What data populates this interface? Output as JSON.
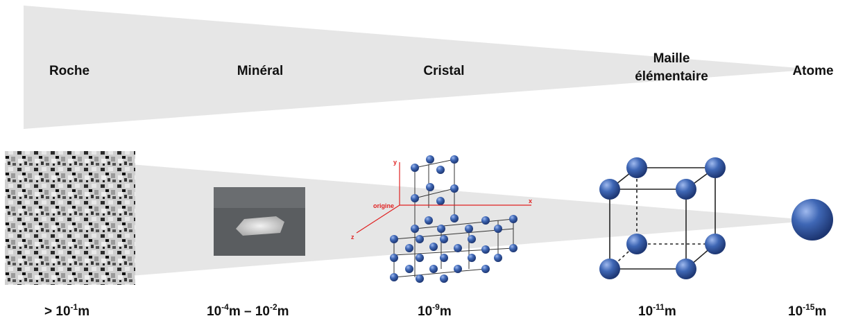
{
  "levels": [
    {
      "name": "Roche"
    },
    {
      "name": "Minéral"
    },
    {
      "name": "Cristal"
    },
    {
      "name_line1": "Maille",
      "name_line2": "élémentaire"
    },
    {
      "name": "Atome"
    }
  ],
  "scales": [
    {
      "prefix": "> 10",
      "exp": "-1",
      "suffix": "m"
    },
    {
      "prefix": "10",
      "exp": "-4",
      "mid": "m – 10",
      "exp2": "-2",
      "suffix": "m"
    },
    {
      "prefix": "10",
      "exp": "-9",
      "suffix": "m"
    },
    {
      "prefix": "10",
      "exp": "-11",
      "suffix": "m"
    },
    {
      "prefix": "10",
      "exp": "-15",
      "suffix": "m"
    }
  ],
  "crystal_axes": {
    "x": "x",
    "y": "y",
    "z": "z",
    "origin": "origine"
  },
  "colors": {
    "wedge": "#e6e6e6",
    "atom": "#3f67b5",
    "axis": "#e02020"
  }
}
